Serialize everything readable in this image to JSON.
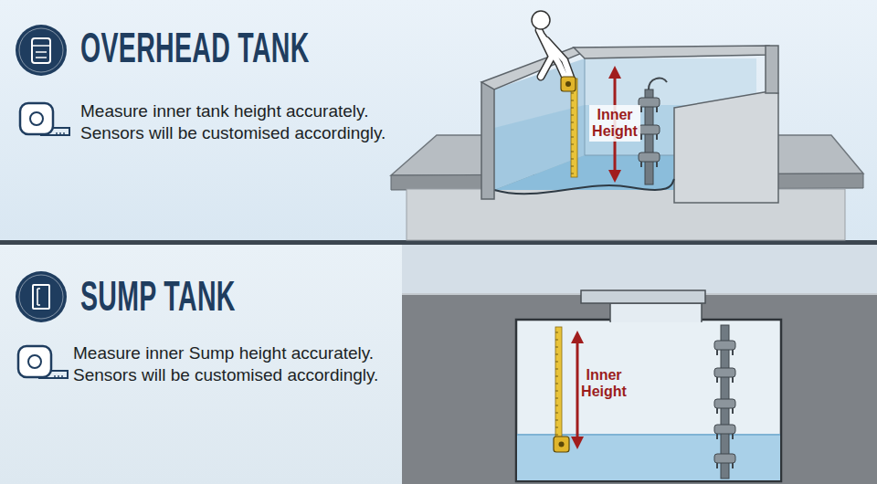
{
  "diagram": {
    "nodes": [
      {
        "text": [
          "OVERHEAD TANK",
          "Measure inner tank height accurately. Sensors will be customised accordingly."
        ]
      },
      {
        "text": [
          "SUMP TANK",
          "Measure inner Sump height accurately. Sensors will be customised accordingly."
        ]
      }
    ],
    "labels": [
      "Inner Height",
      "Inner Height"
    ]
  }
}
